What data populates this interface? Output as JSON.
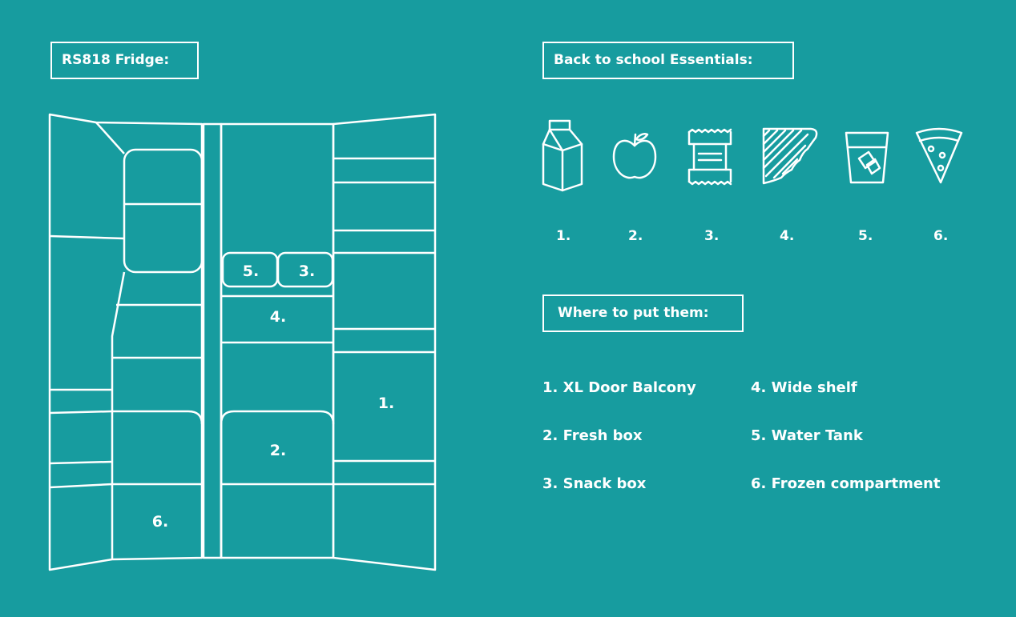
{
  "colors": {
    "background": "#179c9f",
    "line": "#ffffff"
  },
  "fridge": {
    "title": "RS818 Fridge:",
    "zones": [
      "5.",
      "3.",
      "4.",
      "2.",
      "1.",
      "6."
    ]
  },
  "essentials": {
    "title": "Back to school Essentials:",
    "items": [
      {
        "icon": "milk-carton-icon",
        "number": "1."
      },
      {
        "icon": "apple-icon",
        "number": "2."
      },
      {
        "icon": "snack-bar-icon",
        "number": "3."
      },
      {
        "icon": "sandwich-icon",
        "number": "4."
      },
      {
        "icon": "water-glass-icon",
        "number": "5."
      },
      {
        "icon": "pizza-slice-icon",
        "number": "6."
      }
    ]
  },
  "placement": {
    "title": "Where to put them:",
    "legend": [
      "1. XL Door Balcony",
      "2. Fresh box",
      "3. Snack box",
      "4. Wide shelf",
      "5.  Water Tank",
      "6.  Frozen compartment"
    ]
  }
}
